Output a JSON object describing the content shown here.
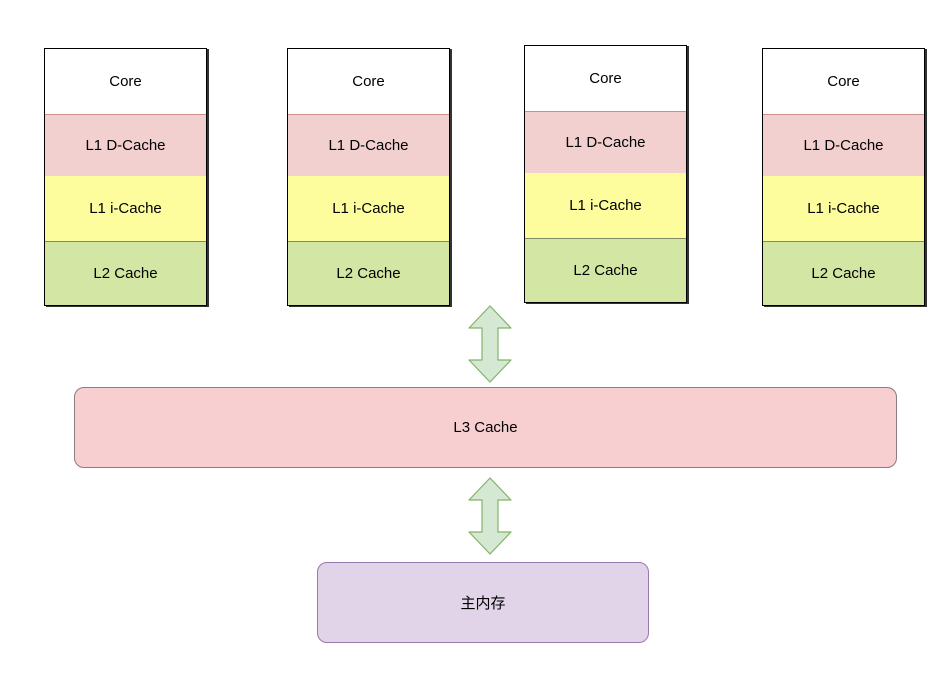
{
  "cores": [
    {
      "core": "Core",
      "l1d": "L1 D-Cache",
      "l1i": "L1 i-Cache",
      "l2": "L2 Cache"
    },
    {
      "core": "Core",
      "l1d": "L1 D-Cache",
      "l1i": "L1 i-Cache",
      "l2": "L2 Cache"
    },
    {
      "core": "Core",
      "l1d": "L1 D-Cache",
      "l1i": "L1 i-Cache",
      "l2": "L2 Cache"
    },
    {
      "core": "Core",
      "l1d": "L1 D-Cache",
      "l1i": "L1 i-Cache",
      "l2": "L2 Cache"
    }
  ],
  "l3": {
    "label": "L3 Cache"
  },
  "memory": {
    "label": "主内存"
  },
  "colors": {
    "core_bg": "#ffffff",
    "l1d_bg": "#f1d0cf",
    "l1i_bg": "#fdfd9e",
    "l2_bg": "#d4e6a3",
    "l3_bg": "#f8cfd0",
    "memory_bg": "#e1d4e8",
    "arrow_fill": "#d5e8d4",
    "arrow_stroke": "#82b366"
  }
}
